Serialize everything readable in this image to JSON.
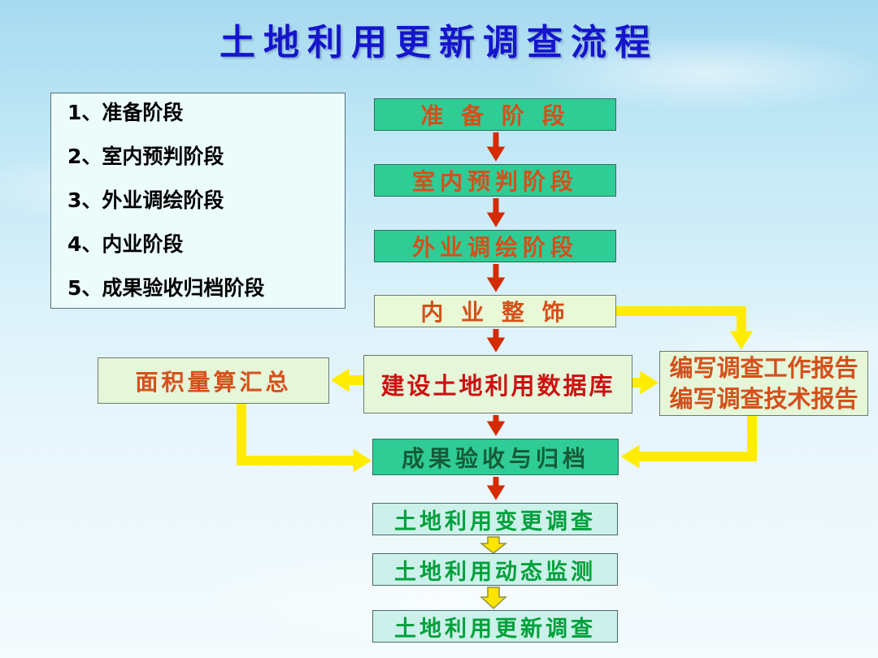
{
  "slide": {
    "title": "土地利用更新调查流程"
  },
  "legend": {
    "items": [
      "1、准备阶段",
      "2、室内预判阶段",
      "3、外业调绘阶段",
      "4、内业阶段",
      "5、成果验收归档阶段"
    ]
  },
  "flow": {
    "prepare": "准 备 阶 段",
    "indoor_prejudge": "室内预判阶段",
    "field_mapping": "外业调绘阶段",
    "indoor_finishing": "内 业 整 饰",
    "build_database": "建设土地利用数据库",
    "area_summary": "面积量算汇总",
    "report_work": "编写调查工作报告",
    "report_tech": "编写调查技术报告",
    "acceptance_archive": "成果验收与归档",
    "change_survey": "土地利用变更调查",
    "dynamic_monitoring": "土地利用动态监测",
    "update_survey": "土地利用更新调查"
  },
  "colors": {
    "title": "#1515cc",
    "green_box_bg": "#2fcc96",
    "pale_green_bg": "#e6f6d9",
    "pale_cyan_bg": "#ccf1ea",
    "orange_text": "#d4501a",
    "red_text": "#cc1111",
    "dark_green_text": "#145c38",
    "green_text": "#00a03c",
    "red_arrow": "#d42b00",
    "yellow_arrow": "#ffec00"
  }
}
